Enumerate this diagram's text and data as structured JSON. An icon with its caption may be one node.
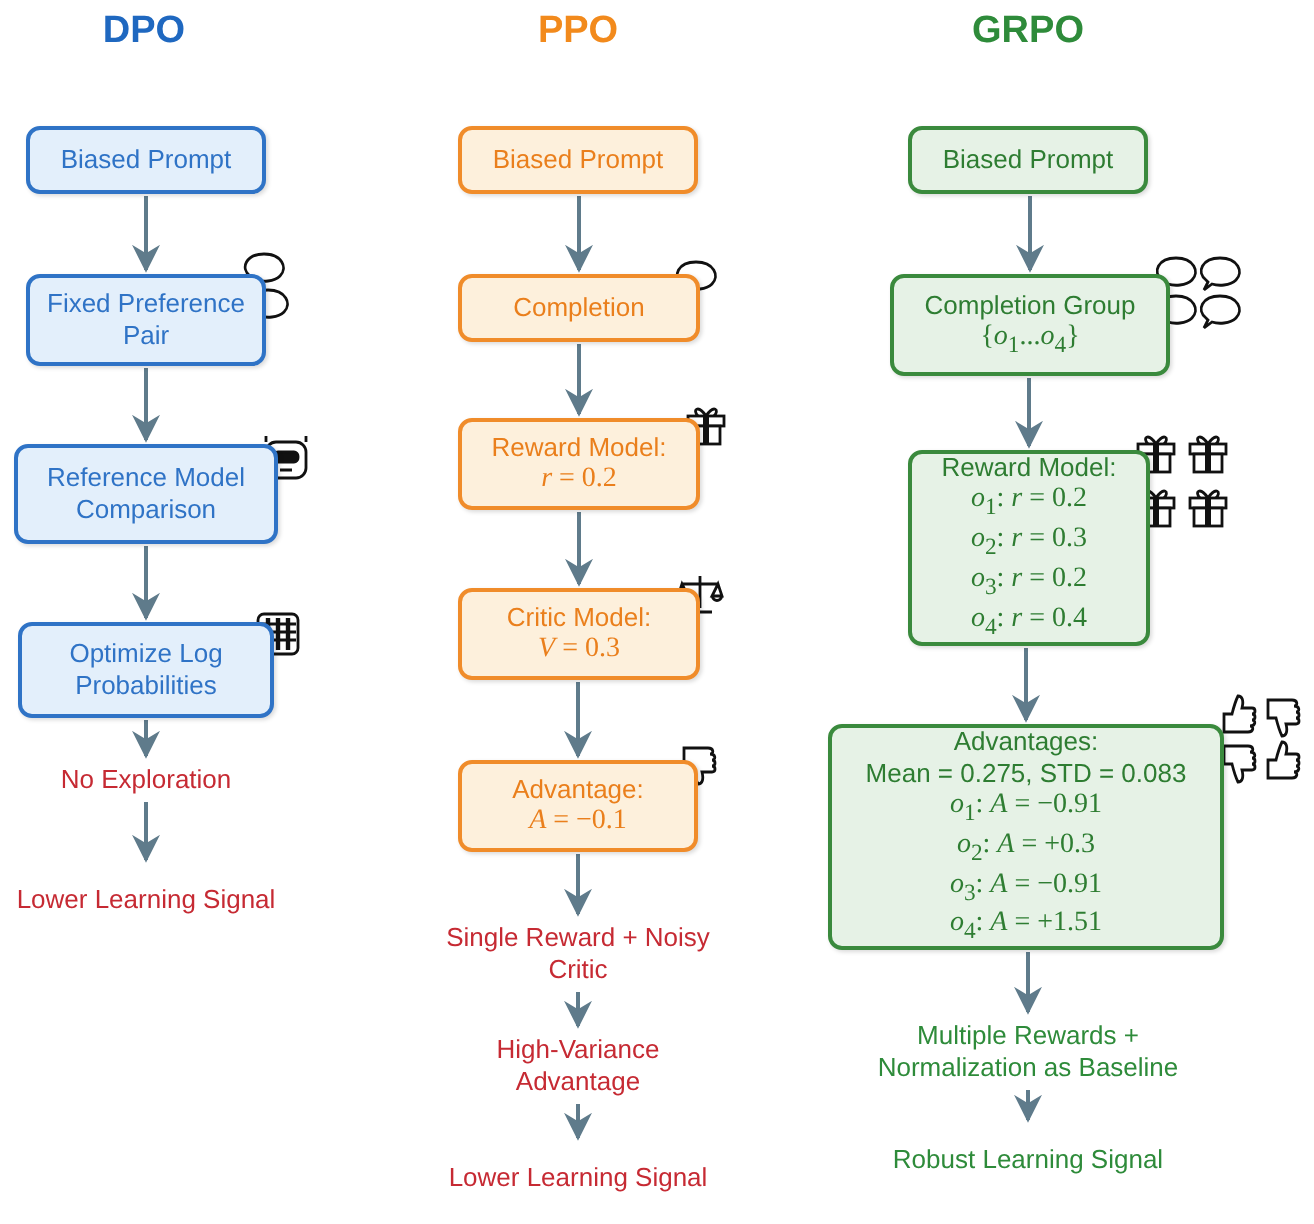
{
  "diagram": {
    "nodes": [
      {
        "text": [
          "Biased Prompt"
        ]
      },
      {
        "text": [
          "Fixed Preference Pair"
        ]
      },
      {
        "text": [
          "Reference Model Comparison"
        ]
      },
      {
        "text": [
          "Optimize Log Probabilities"
        ]
      },
      {
        "text": [
          "No Exploration"
        ]
      },
      {
        "text": [
          "Lower Learning Signal"
        ]
      },
      {
        "text": [
          "Biased Prompt"
        ]
      },
      {
        "text": [
          "Completion"
        ]
      },
      {
        "text": [
          "Reward Model:",
          "*r* = 0.2"
        ]
      },
      {
        "text": [
          "Critic Model:",
          "*V* = 0.3"
        ]
      },
      {
        "text": [
          "Advantage:",
          "*A* = −0.1"
        ]
      },
      {
        "text": [
          "Single Reward + Noisy Critic"
        ]
      },
      {
        "text": [
          "High-Variance Advantage"
        ]
      },
      {
        "text": [
          "Lower Learning Signal"
        ]
      },
      {
        "text": [
          "Biased Prompt"
        ]
      },
      {
        "text": [
          "Completion Group",
          "{*o*$_{1}$...*o*$_{4}$}"
        ]
      },
      {
        "text": [
          "Reward Model:",
          "*o*$_{1}$: *r* = 0.2",
          "*o*$_{2}$: *r* = 0.3",
          "*o*$_{3}$: *r* = 0.2",
          "*o*$_{4}$: *r* = 0.4"
        ]
      },
      {
        "text": [
          "Advantages:",
          "Mean = 0.275, STD = 0.083",
          "*o*$_{1}$: *A* = −0.91",
          "*o*$_{2}$: *A* = +0.3",
          "*o*$_{3}$: *A* = −0.91",
          "*o*$_{4}$: *A* = +1.51"
        ]
      },
      {
        "text": [
          "Multiple Rewards + Normalization as Baseline"
        ]
      },
      {
        "text": [
          "Robust Learning Signal"
        ]
      }
    ],
    "edges": [
      {
        "from": 0,
        "to": 1,
        "arrow": "to"
      },
      {
        "from": 1,
        "to": 2,
        "arrow": "to"
      },
      {
        "from": 2,
        "to": 3,
        "arrow": "to"
      },
      {
        "from": 3,
        "to": 4,
        "arrow": "to"
      },
      {
        "from": 4,
        "to": 5,
        "arrow": "to"
      },
      {
        "from": 6,
        "to": 7,
        "arrow": "to"
      },
      {
        "from": 7,
        "to": 8,
        "arrow": "to"
      },
      {
        "from": 8,
        "to": 9,
        "arrow": "to"
      },
      {
        "from": 9,
        "to": 10,
        "arrow": "to"
      },
      {
        "from": 10,
        "to": 11,
        "arrow": "to"
      },
      {
        "from": 11,
        "to": 12,
        "arrow": "to"
      },
      {
        "from": 12,
        "to": 13,
        "arrow": "to"
      },
      {
        "from": 14,
        "to": 15,
        "arrow": "to"
      },
      {
        "from": 15,
        "to": 16,
        "arrow": "to"
      },
      {
        "from": 16,
        "to": 17,
        "arrow": "to"
      },
      {
        "from": 17,
        "to": 18,
        "arrow": "to"
      },
      {
        "from": 18,
        "to": 19,
        "arrow": "to"
      }
    ],
    "labels": [
      "DPO",
      "PPO",
      "GRPO"
    ]
  }
}
